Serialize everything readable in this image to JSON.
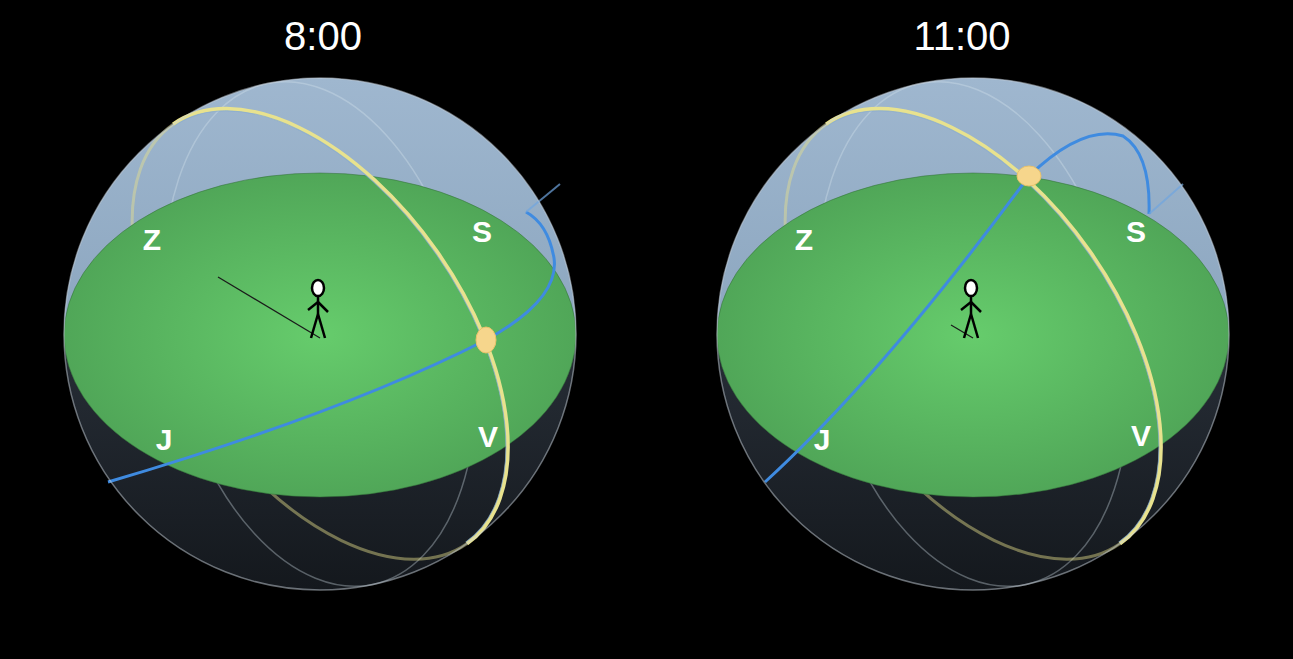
{
  "diagram": {
    "labels": [
      "8:00",
      "Z",
      "S",
      "J",
      "V",
      "11:00",
      "Z",
      "S",
      "J",
      "V"
    ]
  }
}
